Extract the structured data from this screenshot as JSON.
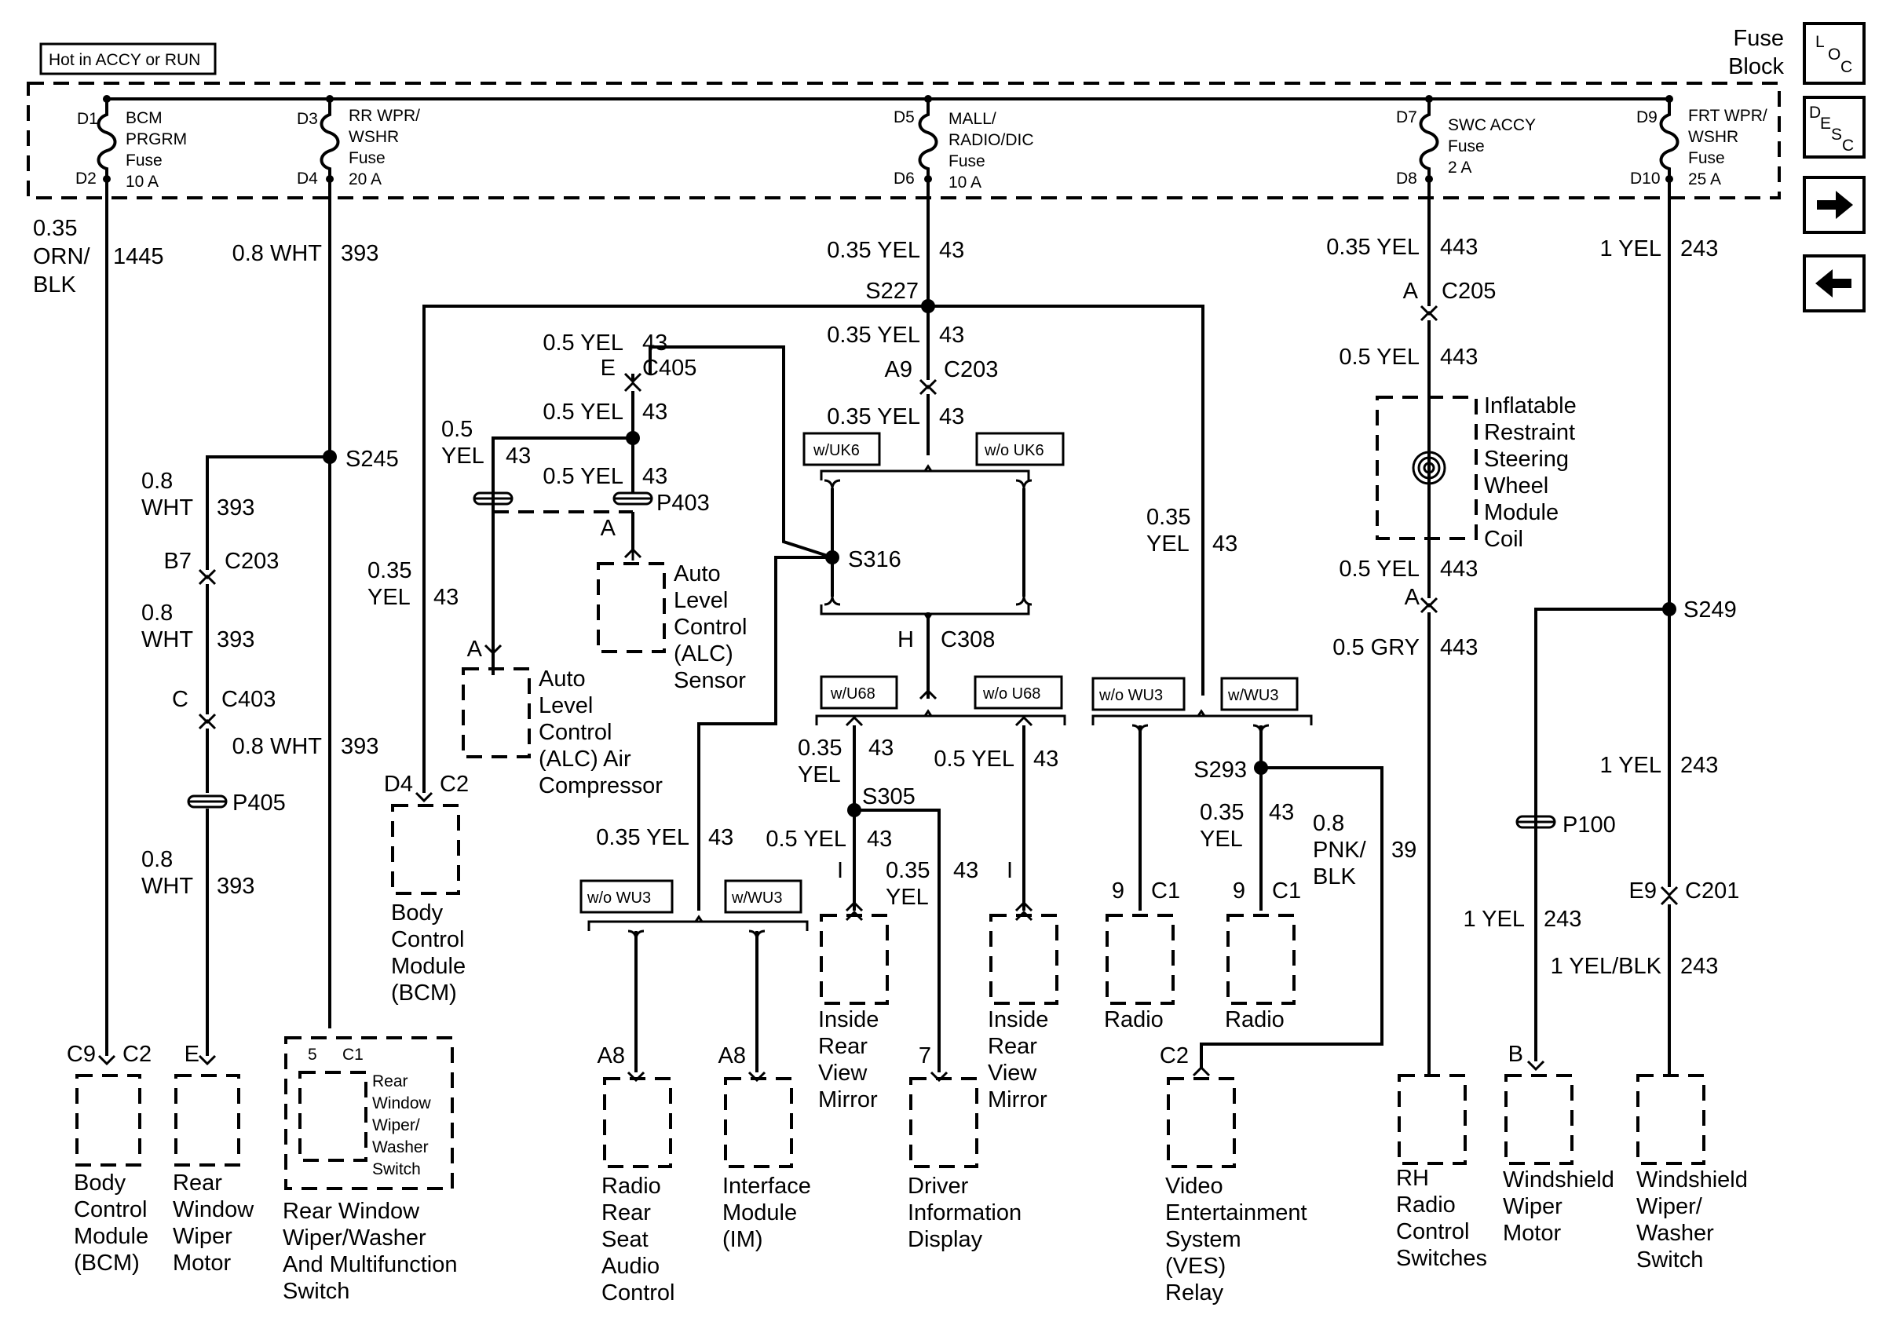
{
  "header": {
    "hot_label": "Hot in ACCY or RUN",
    "fuse_block_line1": "Fuse",
    "fuse_block_line2": "Block"
  },
  "nav": {
    "loc_l": "L",
    "loc_o": "O",
    "loc_c": "C",
    "desc_d": "D",
    "desc_e": "E",
    "desc_s": "S",
    "desc_c": "C",
    "next_icon": "right-arrow-icon",
    "prev_icon": "left-arrow-icon"
  },
  "fuses": [
    {
      "top_pin": "D1",
      "bottom_pin": "D2",
      "lines": [
        "BCM",
        "PRGRM",
        "Fuse",
        "10 A"
      ]
    },
    {
      "top_pin": "D3",
      "bottom_pin": "D4",
      "lines": [
        "RR WPR/",
        "WSHR",
        "Fuse",
        "20 A"
      ]
    },
    {
      "top_pin": "D5",
      "bottom_pin": "D6",
      "lines": [
        "MALL/",
        "RADIO/DIC",
        "Fuse",
        "10 A"
      ]
    },
    {
      "top_pin": "D7",
      "bottom_pin": "D8",
      "lines": [
        "SWC ACCY",
        "Fuse",
        "2 A"
      ]
    },
    {
      "top_pin": "D9",
      "bottom_pin": "D10",
      "lines": [
        "FRT WPR/",
        "WSHR",
        "Fuse",
        "25 A"
      ]
    }
  ],
  "wires": [
    "0.35",
    "ORN/",
    "BLK",
    "1445",
    "0.8 WHT",
    "393",
    "0.35 YEL",
    "43",
    "0.35 YEL",
    "443",
    "1 YEL",
    "243",
    "0.5 YEL",
    "43",
    "0.35 YEL",
    "43",
    "0.5 YEL",
    "43",
    "0.35 YEL",
    "43",
    "0.5",
    "YEL",
    "43",
    "0.5 YEL",
    "43",
    "0.8",
    "WHT",
    "393",
    "0.8",
    "WHT",
    "393",
    "0.8 WHT",
    "393",
    "0.8",
    "WHT",
    "393",
    "0.35",
    "YEL",
    "43",
    "0.35",
    "YEL",
    "43",
    "0.5 YEL",
    "443",
    "0.5 YEL",
    "443",
    "0.5 GRY",
    "443",
    "1 YEL",
    "243",
    "1 YEL",
    "243",
    "1 YEL/BLK",
    "243",
    "0.35",
    "YEL",
    "43",
    "0.5 YEL",
    "43",
    "0.35 YEL",
    "43",
    "0.5 YEL",
    "43",
    "0.35",
    "YEL",
    "43",
    "0.35",
    "YEL",
    "43",
    "0.8",
    "PNK/",
    "BLK",
    "39"
  ],
  "connectors": [
    "S227",
    "S245",
    "S316",
    "S305",
    "S293",
    "S249",
    "E",
    "C405",
    "A9",
    "C203",
    "P403",
    "A",
    "B7",
    "C203",
    "C",
    "C403",
    "P405",
    "H",
    "C308",
    "A",
    "C205",
    "A",
    "P100",
    "E9",
    "C201",
    "D4",
    "C2",
    "A",
    "C9",
    "C2",
    "E",
    "5",
    "C1",
    "A8",
    "A8",
    "I",
    "7",
    "I",
    "9",
    "C1",
    "9",
    "C1",
    "C2",
    "B"
  ],
  "options": [
    "w/UK6",
    "w/o UK6",
    "w/U68",
    "w/o U68",
    "w/o WU3",
    "w/WU3",
    "w/o WU3",
    "w/WU3"
  ],
  "components": [
    {
      "lines": [
        "Body",
        "Control",
        "Module",
        "(BCM)"
      ]
    },
    {
      "lines": [
        "Rear",
        "Window",
        "Wiper",
        "Motor"
      ]
    },
    {
      "lines": [
        "Rear Window",
        "Wiper/Washer",
        "And Multifunction",
        "Switch"
      ]
    },
    {
      "lines": [
        "Rear",
        "Window",
        "Wiper/",
        "Washer",
        "Switch"
      ]
    },
    {
      "lines": [
        "Body",
        "Control",
        "Module",
        "(BCM)"
      ]
    },
    {
      "lines": [
        "Auto",
        "Level",
        "Control",
        "(ALC) Air",
        "Compressor"
      ]
    },
    {
      "lines": [
        "Auto",
        "Level",
        "Control",
        "(ALC)",
        "Sensor"
      ]
    },
    {
      "lines": [
        "Radio",
        "Rear",
        "Seat",
        "Audio",
        "Control"
      ]
    },
    {
      "lines": [
        "Interface",
        "Module",
        "(IM)"
      ]
    },
    {
      "lines": [
        "Inside",
        "Rear",
        "View",
        "Mirror"
      ]
    },
    {
      "lines": [
        "Driver",
        "Information",
        "Display"
      ]
    },
    {
      "lines": [
        "Inside",
        "Rear",
        "View",
        "Mirror"
      ]
    },
    {
      "lines": [
        "Radio"
      ]
    },
    {
      "lines": [
        "Radio"
      ]
    },
    {
      "lines": [
        "Video",
        "Entertainment",
        "System",
        "(VES)",
        "Relay"
      ]
    },
    {
      "lines": [
        "Inflatable",
        "Restraint",
        "Steering",
        "Wheel",
        "Module",
        "Coil"
      ]
    },
    {
      "lines": [
        "RH",
        "Radio",
        "Control",
        "Switches"
      ]
    },
    {
      "lines": [
        "Windshield",
        "Wiper",
        "Motor"
      ]
    },
    {
      "lines": [
        "Windshield",
        "Wiper/",
        "Washer",
        "Switch"
      ]
    }
  ]
}
